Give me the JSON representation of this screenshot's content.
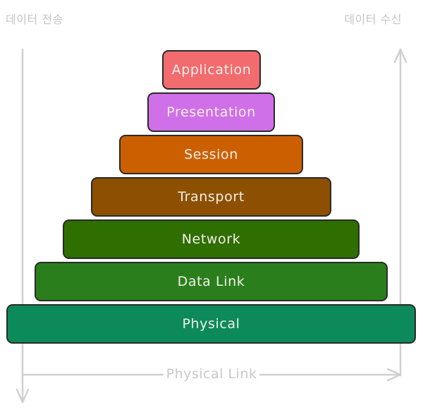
{
  "labels": {
    "send": "데이터 전송",
    "receive": "데이터 수신",
    "physical_link": "Physical Link"
  },
  "layers": [
    {
      "name": "Application",
      "color": "#f26b6e"
    },
    {
      "name": "Presentation",
      "color": "#d070e8"
    },
    {
      "name": "Session",
      "color": "#cc6000"
    },
    {
      "name": "Transport",
      "color": "#8c5000"
    },
    {
      "name": "Network",
      "color": "#2f6e00"
    },
    {
      "name": "Data Link",
      "color": "#2a7f1c"
    },
    {
      "name": "Physical",
      "color": "#0c8a5a"
    }
  ],
  "colors": {
    "arrow": "#d0d0d0",
    "side_text": "#c4c4c4"
  }
}
